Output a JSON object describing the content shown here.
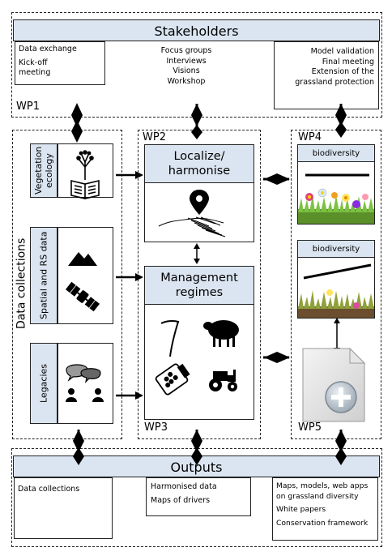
{
  "stakeholders": {
    "title": "Stakeholders",
    "left": [
      "Data exchange",
      "Kick-off",
      "meeting"
    ],
    "middle": [
      "Focus groups",
      "Interviews",
      "Visions",
      "Workshop"
    ],
    "right": [
      "Model validation",
      "Final meeting",
      "Extension of the",
      "grassland protection"
    ],
    "wp_label": "WP1"
  },
  "data_collections": {
    "title": "Data collections",
    "items": [
      "Vegetation ecology",
      "Spatial and RS data",
      "Legacies"
    ]
  },
  "wp2": {
    "label": "WP2",
    "box_title": [
      "Localize/",
      "harmonise"
    ]
  },
  "wp3": {
    "label": "WP3",
    "box_title": [
      "Management",
      "regimes"
    ]
  },
  "wp4": {
    "label": "WP4",
    "box1_title": "biodiversity",
    "box2_title": "biodiversity"
  },
  "wp5": {
    "label": "WP5"
  },
  "outputs": {
    "title": "Outputs",
    "left": [
      "Data collections"
    ],
    "middle": [
      "Harmonised data",
      "Maps of drivers"
    ],
    "right": [
      "Maps, models, web apps",
      "on grassland diversity",
      "White papers",
      "Conservation framework"
    ]
  }
}
